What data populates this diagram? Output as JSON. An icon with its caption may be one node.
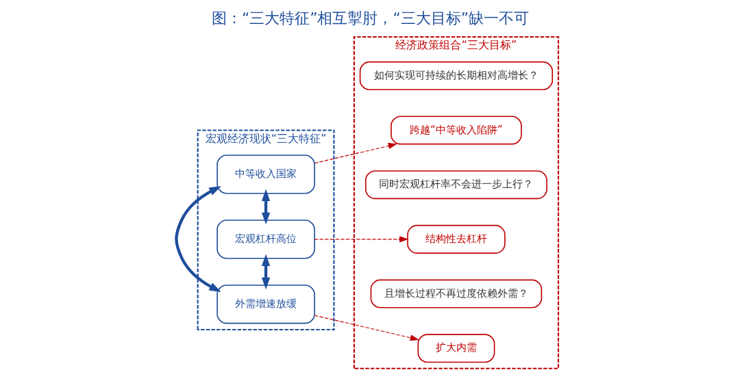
{
  "diagram": {
    "title": "图：“三大特征”相互掣肘，“三大目标”缺一不可",
    "nodes": [
      {
        "text": [
          "宏观经济现状“三大特征”"
        ]
      },
      {
        "text": [
          "中等收入国家"
        ],
        "in": 0
      },
      {
        "text": [
          "宏观杠杆高位"
        ],
        "in": 0
      },
      {
        "text": [
          "外需增速放缓"
        ],
        "in": 0
      },
      {
        "text": [
          "经济政策组合“三大目标”"
        ]
      },
      {
        "text": [
          "跨越“中等收入陷阱”"
        ],
        "in": 4
      },
      {
        "text": [
          "如何实现可持续的长期相对高增长？"
        ],
        "in": 4
      },
      {
        "text": [
          "结构性去杠杆"
        ],
        "in": 4
      },
      {
        "text": [
          "同时宏观杠杆率不会进一步上行？"
        ],
        "in": 4
      },
      {
        "text": [
          "扩大内需"
        ],
        "in": 4
      },
      {
        "text": [
          "且增长过程不再过度依赖外需？"
        ],
        "in": 4
      }
    ],
    "edges": [
      {
        "from": 1,
        "to": 2,
        "arrow": "both",
        "style": "thick",
        "color": "#1f4e9c"
      },
      {
        "from": 1,
        "to": 3,
        "arrow": "both",
        "style": "thick",
        "color": "#1f4e9c"
      },
      {
        "from": 2,
        "to": 3,
        "arrow": "both",
        "style": "thick",
        "color": "#1f4e9c"
      },
      {
        "from": 1,
        "to": 5,
        "arrow": "to",
        "style": "dashed",
        "color": "#c00000"
      },
      {
        "from": 2,
        "to": 7,
        "arrow": "to",
        "style": "dashed",
        "color": "#c00000"
      },
      {
        "from": 3,
        "to": 9,
        "arrow": "to",
        "style": "dashed",
        "color": "#c00000"
      }
    ]
  }
}
